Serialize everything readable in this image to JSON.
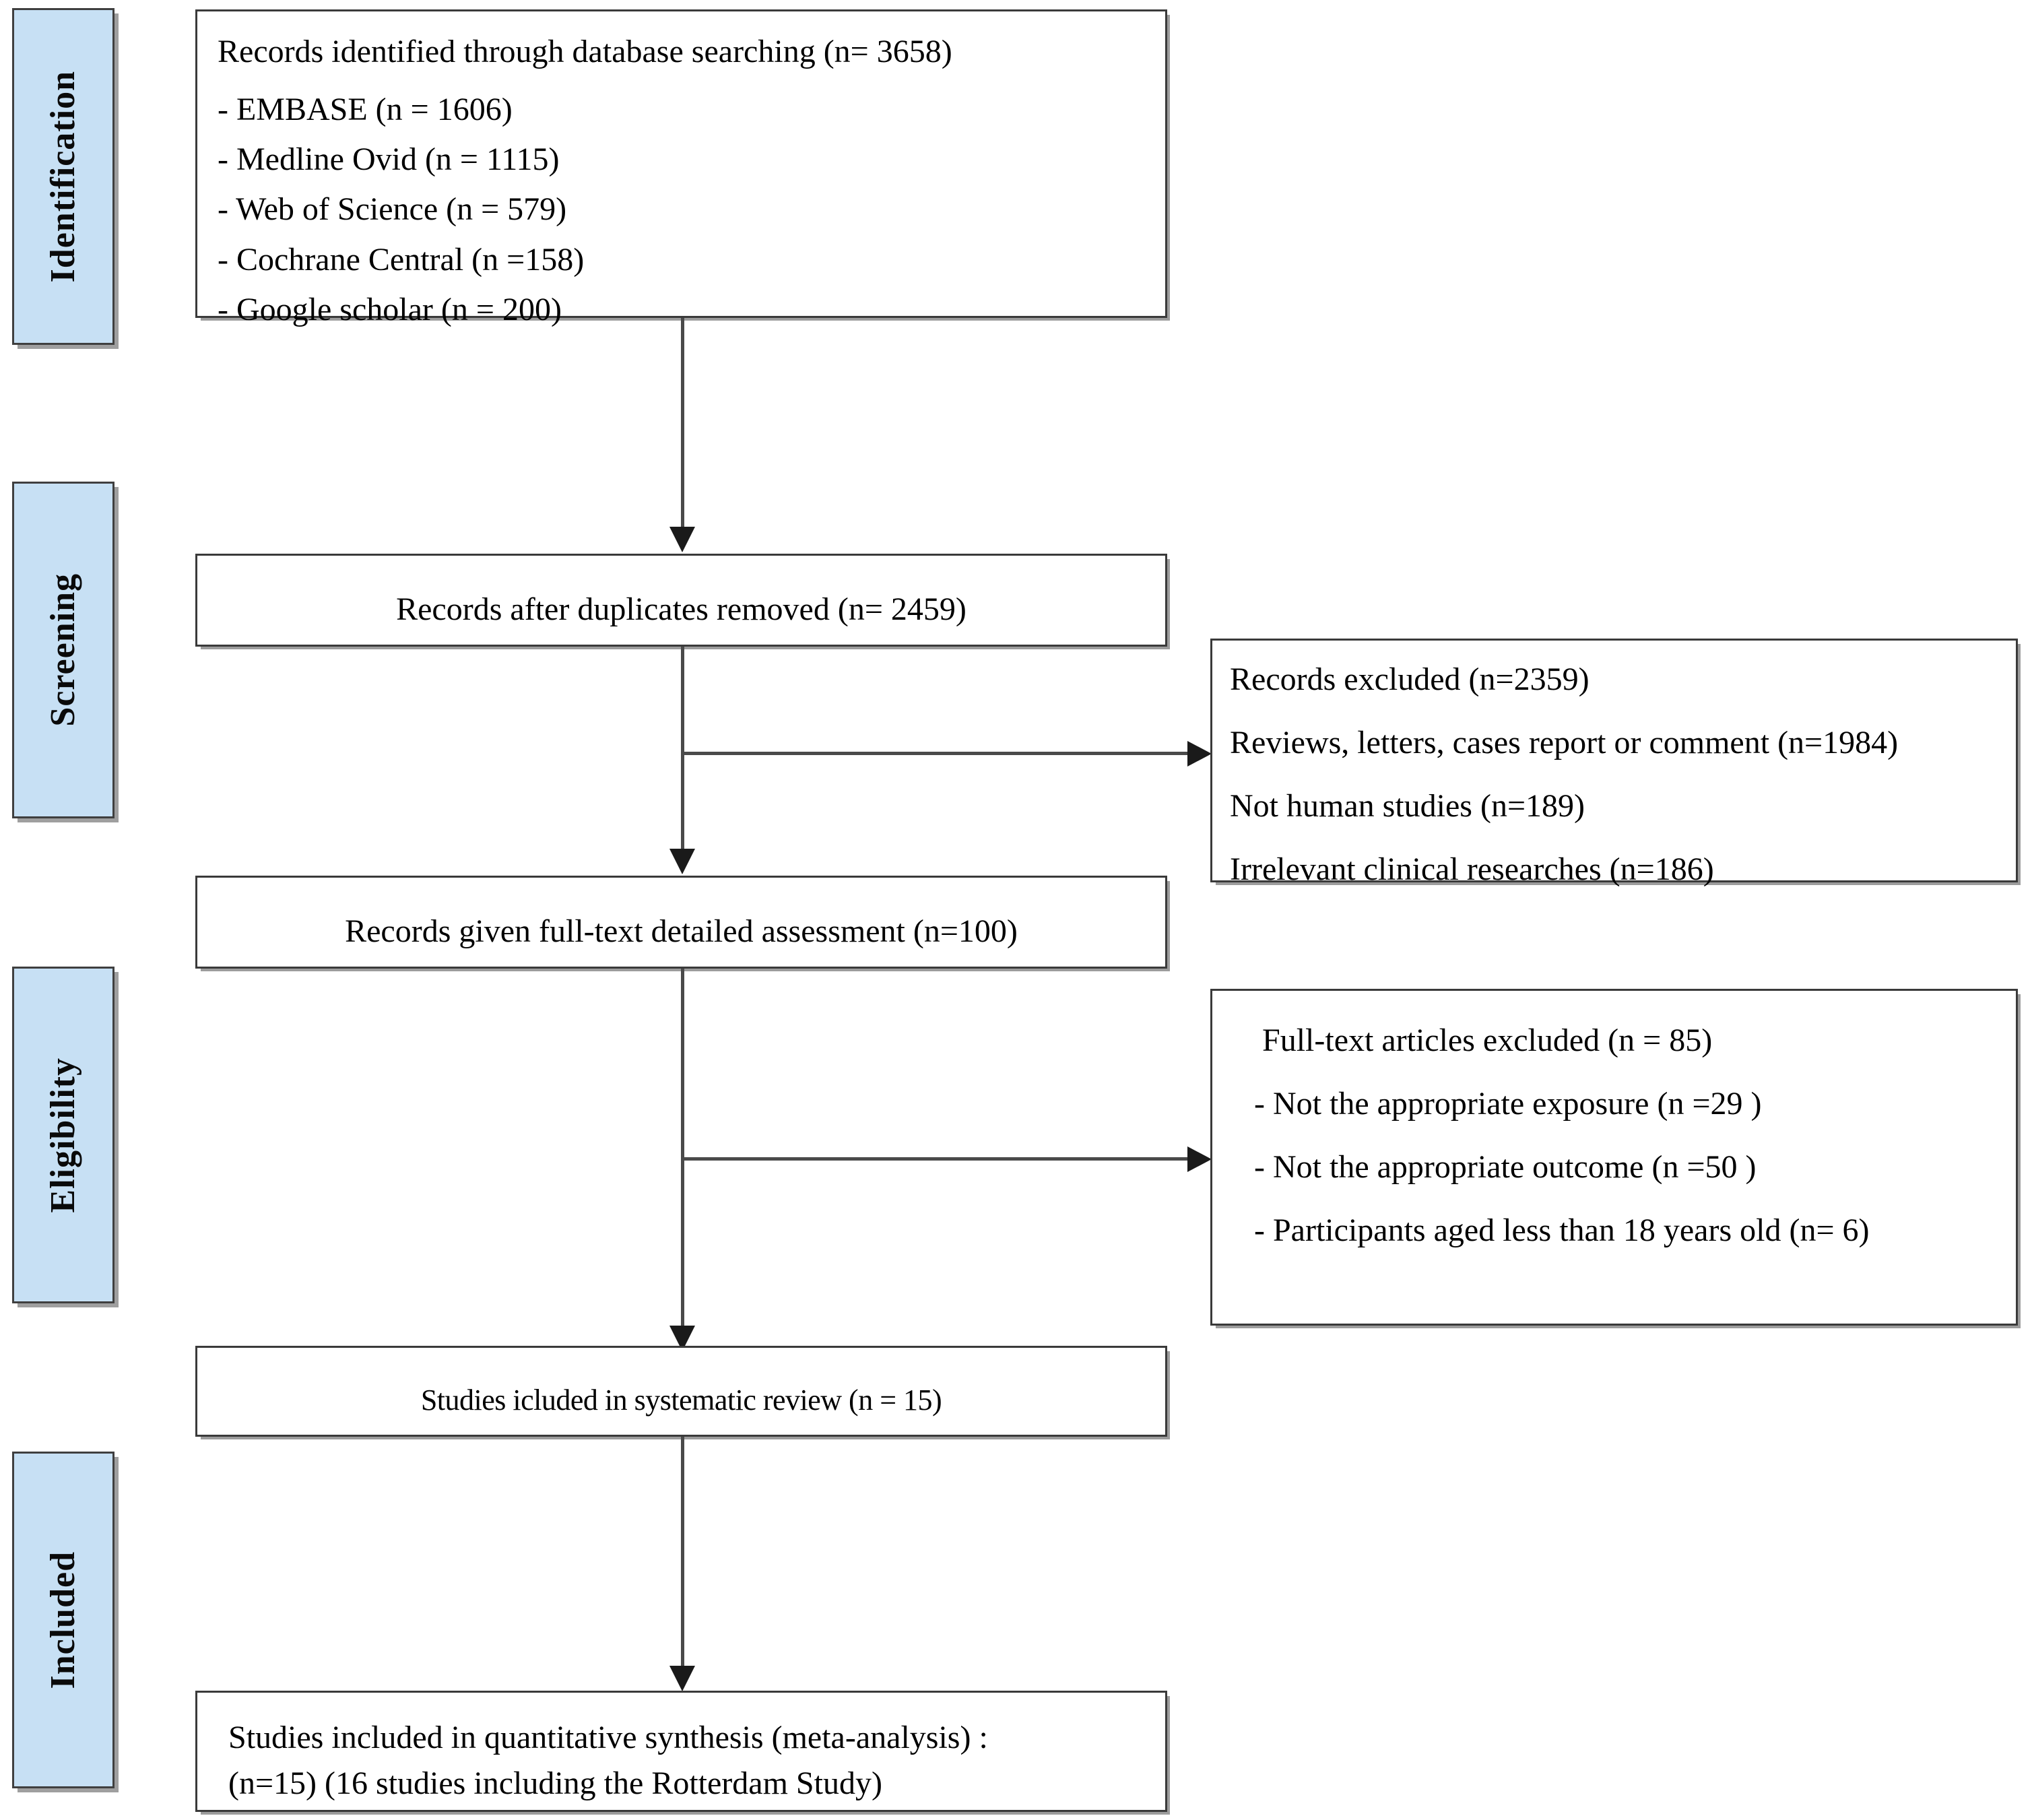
{
  "diagram": {
    "title": "PRISMA flow diagram",
    "accent_color": "#c7e0f4",
    "border_color": "#3a3a3a",
    "connector_color": "#4a4a4a"
  },
  "stages": [
    {
      "id": "identification",
      "label": "Identification"
    },
    {
      "id": "screening",
      "label": "Screening"
    },
    {
      "id": "eligibility",
      "label": "Eligibility"
    },
    {
      "id": "included",
      "label": "Included"
    }
  ],
  "boxes": {
    "identified": {
      "heading": "Records identified through database searching (n= 3658)",
      "sources": [
        "- EMBASE (n = 1606)",
        "- Medline Ovid (n = 1115)",
        "- Web of Science (n = 579)",
        "- Cochrane Central (n =158)",
        "- Google scholar (n = 200)"
      ]
    },
    "after_duplicates": {
      "text": "Records after duplicates removed (n= 2459)"
    },
    "records_excluded": {
      "lines": [
        "Records excluded (n=2359)",
        "Reviews, letters, cases report or comment (n=1984)",
        "Not human studies (n=189)",
        "Irrelevant clinical researches (n=186)"
      ]
    },
    "full_text_assessed": {
      "text": "Records given full-text detailed assessment (n=100)"
    },
    "fulltext_excluded": {
      "heading": "Full-text articles excluded (n = 85)",
      "reasons": [
        "- Not the appropriate exposure (n =29 )",
        "- Not the appropriate outcome (n =50 )",
        "- Participants aged less than 18 years old (n= 6)"
      ]
    },
    "systematic_review": {
      "text": "Studies icluded in systematic review (n = 15)"
    },
    "meta_analysis": {
      "line1": "Studies included in quantitative synthesis (meta-analysis) :",
      "line2": "(n=15) (16 studies including the Rotterdam Study)"
    }
  }
}
